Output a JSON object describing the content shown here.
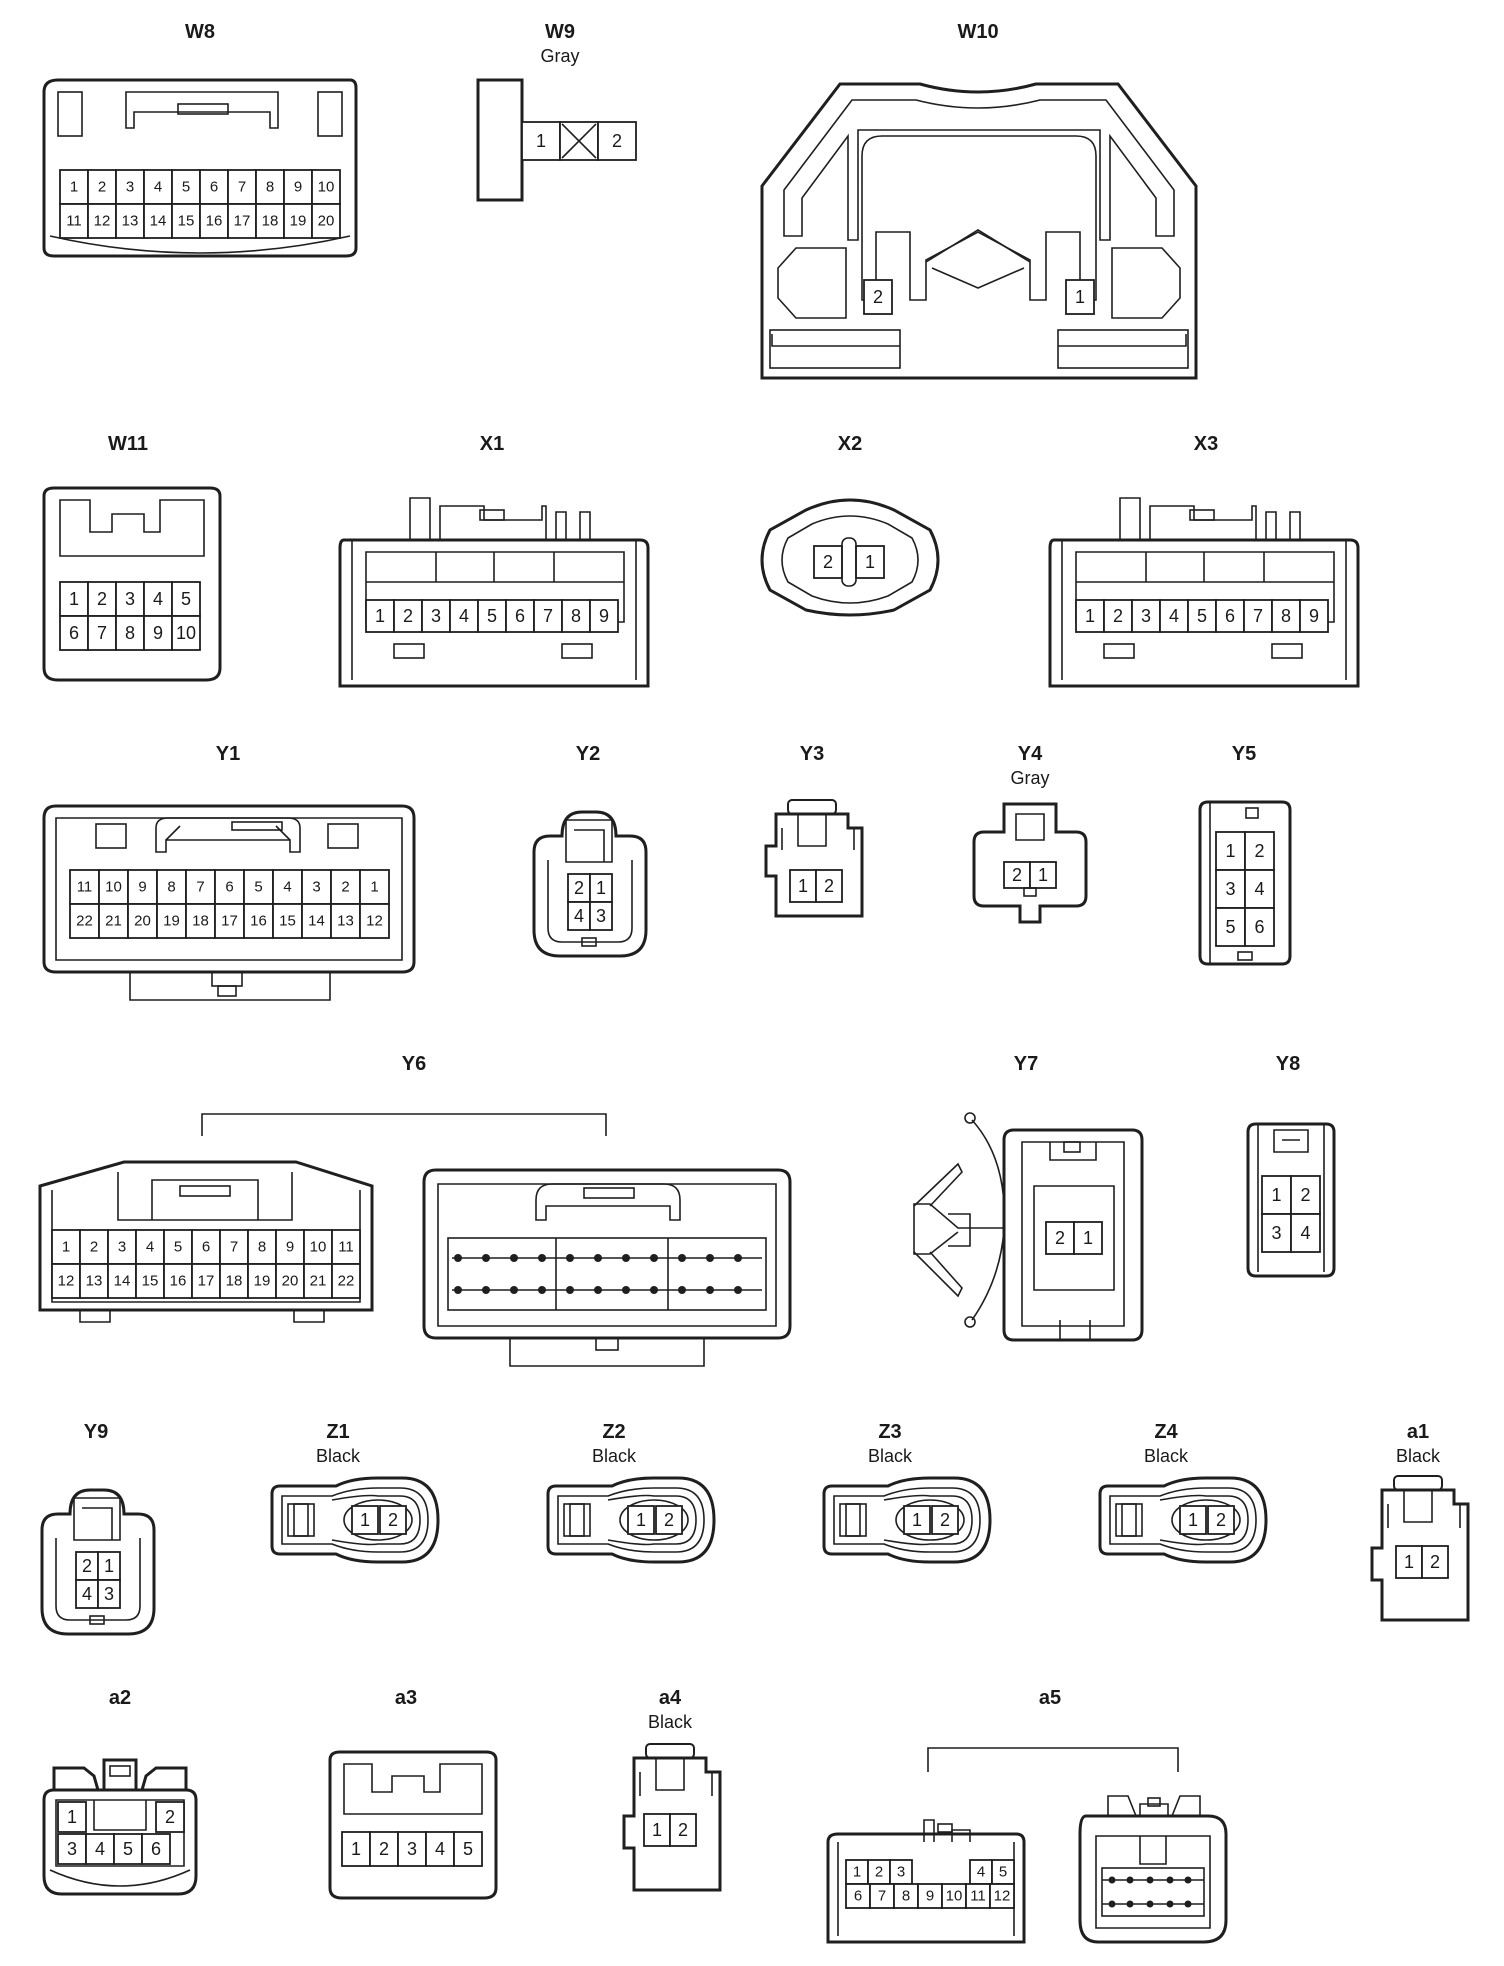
{
  "connectors": {
    "W8": {
      "label": "W8",
      "pins": [
        "1",
        "2",
        "3",
        "4",
        "5",
        "6",
        "7",
        "8",
        "9",
        "10",
        "11",
        "12",
        "13",
        "14",
        "15",
        "16",
        "17",
        "18",
        "19",
        "20"
      ]
    },
    "W9": {
      "label": "W9",
      "color": "Gray",
      "pins": [
        "1",
        "2"
      ]
    },
    "W10": {
      "label": "W10",
      "pins": [
        "2",
        "1"
      ]
    },
    "W11": {
      "label": "W11",
      "pins": [
        "1",
        "2",
        "3",
        "4",
        "5",
        "6",
        "7",
        "8",
        "9",
        "10"
      ]
    },
    "X1": {
      "label": "X1",
      "pins": [
        "1",
        "2",
        "3",
        "4",
        "5",
        "6",
        "7",
        "8",
        "9"
      ]
    },
    "X2": {
      "label": "X2",
      "pins": [
        "2",
        "1"
      ]
    },
    "X3": {
      "label": "X3",
      "pins": [
        "1",
        "2",
        "3",
        "4",
        "5",
        "6",
        "7",
        "8",
        "9"
      ]
    },
    "Y1": {
      "label": "Y1",
      "pins": [
        "11",
        "10",
        "9",
        "8",
        "7",
        "6",
        "5",
        "4",
        "3",
        "2",
        "1",
        "22",
        "21",
        "20",
        "19",
        "18",
        "17",
        "16",
        "15",
        "14",
        "13",
        "12"
      ]
    },
    "Y2": {
      "label": "Y2",
      "pins": [
        "2",
        "1",
        "4",
        "3"
      ]
    },
    "Y3": {
      "label": "Y3",
      "pins": [
        "1",
        "2"
      ]
    },
    "Y4": {
      "label": "Y4",
      "color": "Gray",
      "pins": [
        "2",
        "1"
      ]
    },
    "Y5": {
      "label": "Y5",
      "pins": [
        "1",
        "2",
        "3",
        "4",
        "5",
        "6"
      ]
    },
    "Y6": {
      "label": "Y6",
      "pins": [
        "1",
        "2",
        "3",
        "4",
        "5",
        "6",
        "7",
        "8",
        "9",
        "10",
        "11",
        "12",
        "13",
        "14",
        "15",
        "16",
        "17",
        "18",
        "19",
        "20",
        "21",
        "22"
      ]
    },
    "Y7": {
      "label": "Y7",
      "pins": [
        "2",
        "1"
      ]
    },
    "Y8": {
      "label": "Y8",
      "pins": [
        "1",
        "2",
        "3",
        "4"
      ]
    },
    "Y9": {
      "label": "Y9",
      "pins": [
        "2",
        "1",
        "4",
        "3"
      ]
    },
    "Z1": {
      "label": "Z1",
      "color": "Black",
      "pins": [
        "1",
        "2"
      ]
    },
    "Z2": {
      "label": "Z2",
      "color": "Black",
      "pins": [
        "1",
        "2"
      ]
    },
    "Z3": {
      "label": "Z3",
      "color": "Black",
      "pins": [
        "1",
        "2"
      ]
    },
    "Z4": {
      "label": "Z4",
      "color": "Black",
      "pins": [
        "1",
        "2"
      ]
    },
    "a1": {
      "label": "a1",
      "color": "Black",
      "pins": [
        "1",
        "2"
      ]
    },
    "a2": {
      "label": "a2",
      "pins": [
        "1",
        "2",
        "3",
        "4",
        "5",
        "6"
      ]
    },
    "a3": {
      "label": "a3",
      "pins": [
        "1",
        "2",
        "3",
        "4",
        "5"
      ]
    },
    "a4": {
      "label": "a4",
      "color": "Black",
      "pins": [
        "1",
        "2"
      ]
    },
    "a5": {
      "label": "a5",
      "pins": [
        "1",
        "2",
        "3",
        "4",
        "5",
        "6",
        "7",
        "8",
        "9",
        "10",
        "11",
        "12"
      ]
    }
  }
}
